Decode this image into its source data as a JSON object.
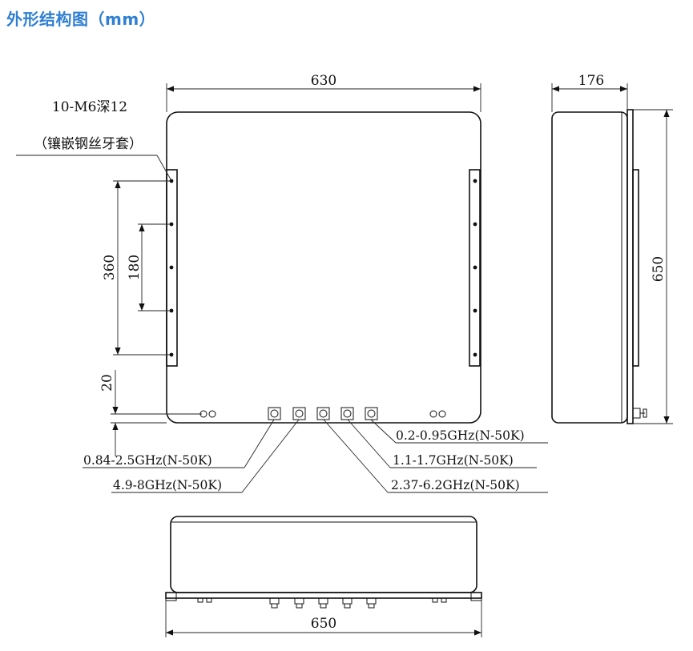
{
  "title": "外形结构图（mm）",
  "dimensions": {
    "front_width": "630",
    "side_depth": "176",
    "side_height": "650",
    "bottom_width": "650",
    "bracket_span": "360",
    "hole_pitch": "180",
    "bottom_offset": "20"
  },
  "mount_note": {
    "line1": "10-M6深12",
    "line2": "（镶嵌钢丝牙套）"
  },
  "connectors": {
    "c1": "0.2-0.95GHz(N-50K)",
    "c2": "1.1-1.7GHz(N-50K)",
    "c3": "2.37-6.2GHz(N-50K)",
    "c4": "0.84-2.5GHz(N-50K)",
    "c5": "4.9-8GHz(N-50K)"
  }
}
